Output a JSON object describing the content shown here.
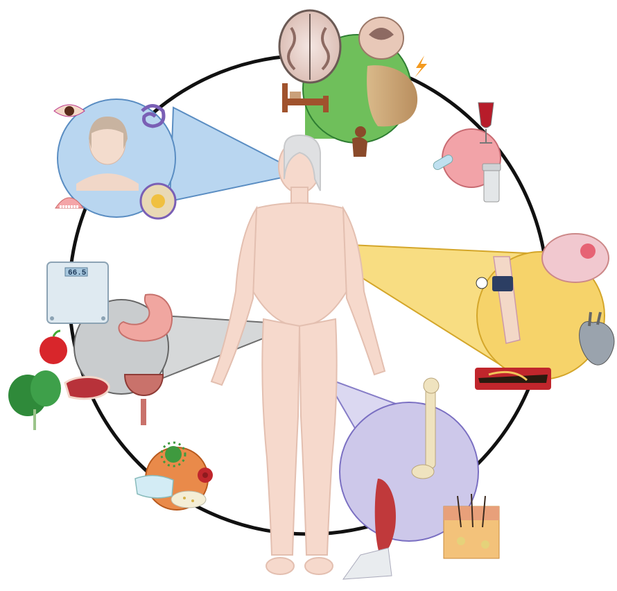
{
  "figure": {
    "colors": {
      "outer_ring": "#111111",
      "sensory_panel": "#b9d6f0",
      "neuro_panel": "#6fbf5b",
      "substance_panel": "#f2a3a8",
      "cardio_panel": "#f6d36a",
      "digestive_panel": "#c9ccce",
      "musculoskeletal_panel": "#cdc8ea",
      "infection_panel": "#e98a4a",
      "body_skin": "#f6d9cc"
    },
    "panels": [
      {
        "id": "sensory",
        "icons": [
          "eye-icon",
          "cochlea-icon",
          "ear-anatomy-icon",
          "dentures-icon",
          "older-woman-portrait"
        ]
      },
      {
        "id": "neurological",
        "icons": [
          "brain-scan-icon",
          "spinal-cord-icon",
          "lightning-icon",
          "brain-tissue-icon",
          "bed-icon",
          "sad-person-icon"
        ]
      },
      {
        "id": "substances",
        "icons": [
          "wine-glass-icon",
          "pill-icon",
          "pill-bottle-icon"
        ]
      },
      {
        "id": "cardiovascular",
        "icons": [
          "stroke-brain-icon",
          "blood-pressure-cuff-icon",
          "heart-icon",
          "clogged-artery-icon"
        ]
      },
      {
        "id": "digestive-urinary",
        "icons": [
          "scale-icon",
          "stomach-icon",
          "bladder-icon",
          "apple-icon",
          "spinach-icon",
          "steak-icon"
        ]
      },
      {
        "id": "musculoskeletal-skin",
        "icons": [
          "femur-icon",
          "muscle-icon",
          "skin-layers-icon"
        ]
      },
      {
        "id": "infection",
        "icons": [
          "virus-icon",
          "face-mask-icon",
          "petri-dish-icon",
          "blood-cell-icon"
        ]
      }
    ],
    "scale_readout": "66.5"
  }
}
